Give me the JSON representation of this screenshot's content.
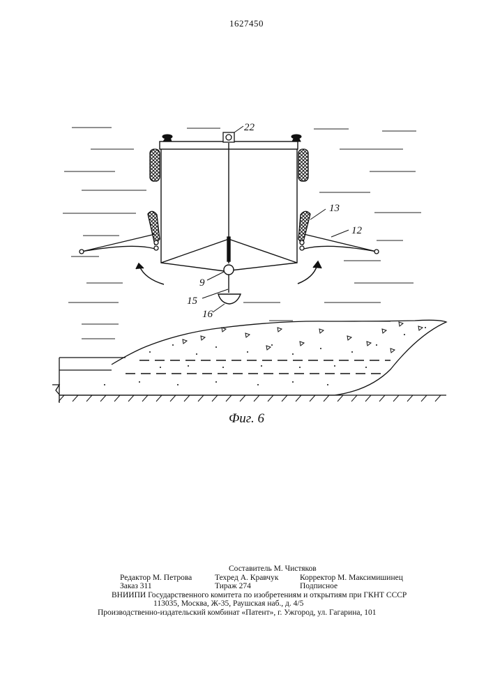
{
  "document": {
    "patent_number": "1627450",
    "figure_caption": "Фиг. 6"
  },
  "figure": {
    "labels": {
      "l22": "22",
      "l13": "13",
      "l12": "12",
      "l9": "9",
      "l15": "15",
      "l16": "16"
    }
  },
  "imprint": {
    "compiler": "Составитель М. Чистяков",
    "editor": "Редактор М. Петрова",
    "techred": "Техред А. Кравчук",
    "corrector": "Корректор М. Максимишинец",
    "order": "Заказ 311",
    "circulation": "Тираж 274",
    "subscription": "Подписное",
    "org": "ВНИИПИ Государственного комитета по изобретениям и открытиям при ГКНТ СССР",
    "address": "113035, Москва, Ж-35, Раушская наб., д. 4/5",
    "publisher": "Производственно-издательский комбинат «Патент», г. Ужгород, ул. Гагарина, 101"
  }
}
